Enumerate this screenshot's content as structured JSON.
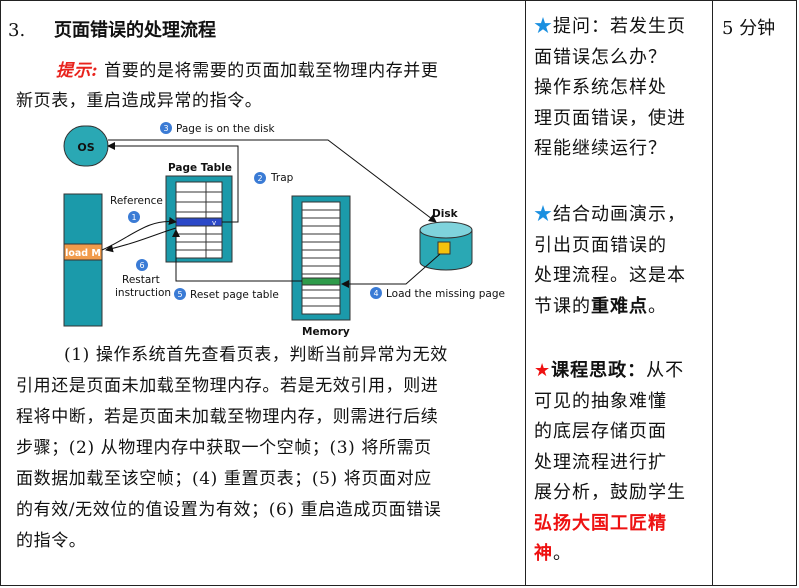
{
  "section": {
    "number": "3.",
    "title": "页面错误的处理流程"
  },
  "hint": {
    "label": "提示:",
    "text_line1": "首要的是将需要的页面加载至物理内存并更",
    "text_line2": "新页表，重启造成异常的指令。"
  },
  "diagram": {
    "os_label": "OS",
    "page_table_label": "Page Table",
    "memory_label": "Memory",
    "disk_label": "Disk",
    "program_label": "load M",
    "valid_bit": "v",
    "steps": {
      "s1": {
        "num": "1",
        "label": "Reference"
      },
      "s2": {
        "num": "2",
        "label": "Trap"
      },
      "s3": {
        "num": "3",
        "label": "Page is on the disk"
      },
      "s4": {
        "num": "4",
        "label": "Load the missing page"
      },
      "s5": {
        "num": "5",
        "label": "Reset page table"
      },
      "s6": {
        "num": "6",
        "label_line1": "Restart",
        "label_line2": "instruction"
      }
    },
    "colors": {
      "teal": "#1b9aaa",
      "step_circle": "#3a7bd5",
      "highlight_blue": "#2b48c8",
      "memory_green": "#2e9b4a",
      "disk_page": "#f4c20d",
      "program_orange": "#f19b4b"
    }
  },
  "body_lines": [
    "(1) 操作系统首先查看页表，判断当前异常为无效",
    "引用还是页面未加载至物理内存。若是无效引用，则进",
    "程将中断，若是页面未加载至物理内存，则需进行后续",
    "步骤；(2) 从物理内存中获取一个空帧；(3) 将所需页",
    "面数据加载至该空帧；(4) 重置页表；(5) 将页面对应",
    "的有效/无效位的值设置为有效；(6) 重启造成页面错误",
    "的指令。"
  ],
  "notes": {
    "star": "★",
    "q_label": "提问：",
    "q_text_lines": [
      "若发生页",
      "面错误怎么办？",
      "操作系统怎样处",
      "理页面错误，使进",
      "程能继续运行？"
    ],
    "demo_lines": [
      "结合动画演示，",
      "引出页面错误的",
      "处理流程。这是本"
    ],
    "demo_last_prefix": "节课的",
    "demo_emphasis": "重难点",
    "demo_last_suffix": "。",
    "ethics_label": "课程思政：",
    "ethics_lines_first": "从不",
    "ethics_lines": [
      "可见的抽象难懂",
      "的底层存储页面",
      "处理流程进行扩",
      "展分析，鼓励学生"
    ],
    "ethics_emphasis_line1": "弘扬大国工匠精",
    "ethics_emphasis_line2": "神",
    "ethics_end": "。"
  },
  "duration": "5 分钟"
}
